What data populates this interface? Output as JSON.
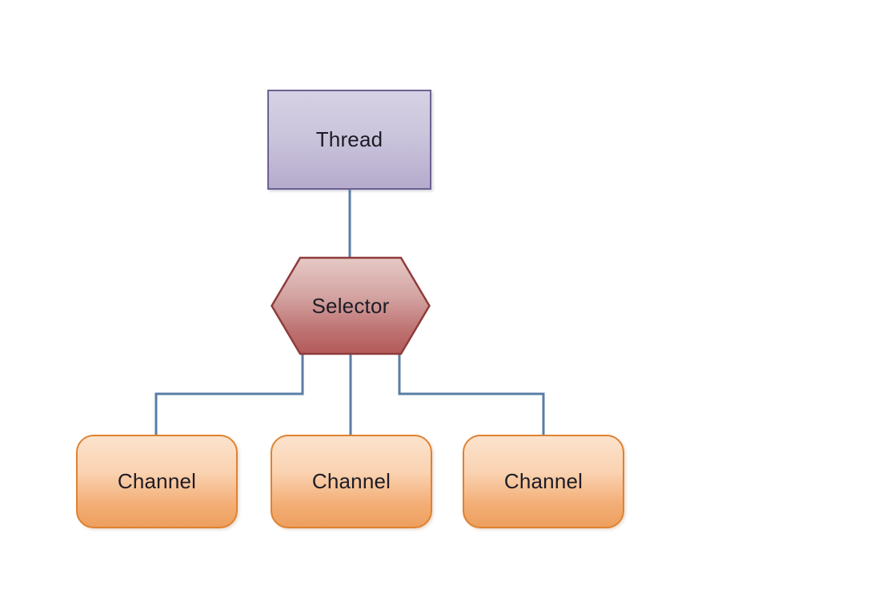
{
  "diagram": {
    "title": "Thread Selector Channel diagram",
    "background": "#ffffff",
    "edge_color": "#5a7ca6",
    "nodes": {
      "thread": {
        "label": "Thread",
        "shape": "rectangle",
        "fill_top": "#d6d1e4",
        "fill_bottom": "#b5abcd",
        "border": "#6d6192",
        "text_color": "#1c1c25"
      },
      "selector": {
        "label": "Selector",
        "shape": "hexagon",
        "fill_top": "#e6c9c6",
        "fill_bottom": "#b4595a",
        "border": "#8f3b3c",
        "text_color": "#1c1c25"
      },
      "channels": [
        {
          "label": "Channel",
          "shape": "rounded-rectangle",
          "fill_top": "#fce3cd",
          "fill_bottom": "#eda05e",
          "border": "#e0822f",
          "text_color": "#1c1c25"
        },
        {
          "label": "Channel",
          "shape": "rounded-rectangle",
          "fill_top": "#fce3cd",
          "fill_bottom": "#eda05e",
          "border": "#e0822f",
          "text_color": "#1c1c25"
        },
        {
          "label": "Channel",
          "shape": "rounded-rectangle",
          "fill_top": "#fce3cd",
          "fill_bottom": "#eda05e",
          "border": "#e0822f",
          "text_color": "#1c1c25"
        }
      ]
    },
    "edges": [
      {
        "from": "thread",
        "to": "selector",
        "style": "straight"
      },
      {
        "from": "selector",
        "to": "channel-0",
        "style": "orthogonal"
      },
      {
        "from": "selector",
        "to": "channel-1",
        "style": "straight"
      },
      {
        "from": "selector",
        "to": "channel-2",
        "style": "orthogonal"
      }
    ]
  }
}
